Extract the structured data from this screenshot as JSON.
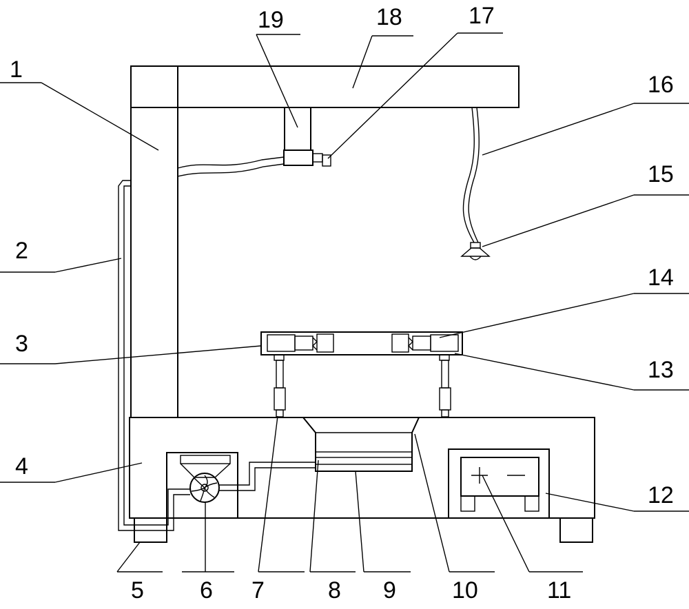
{
  "diagram": {
    "labels": [
      {
        "id": "1",
        "text": "1"
      },
      {
        "id": "2",
        "text": "2"
      },
      {
        "id": "3",
        "text": "3"
      },
      {
        "id": "4",
        "text": "4"
      },
      {
        "id": "5",
        "text": "5"
      },
      {
        "id": "6",
        "text": "6"
      },
      {
        "id": "7",
        "text": "7"
      },
      {
        "id": "8",
        "text": "8"
      },
      {
        "id": "9",
        "text": "9"
      },
      {
        "id": "10",
        "text": "10"
      },
      {
        "id": "11",
        "text": "11"
      },
      {
        "id": "12",
        "text": "12"
      },
      {
        "id": "13",
        "text": "13"
      },
      {
        "id": "14",
        "text": "14"
      },
      {
        "id": "15",
        "text": "15"
      },
      {
        "id": "16",
        "text": "16"
      },
      {
        "id": "17",
        "text": "17"
      },
      {
        "id": "18",
        "text": "18"
      },
      {
        "id": "19",
        "text": "19"
      }
    ],
    "colors": {
      "stroke": "#000000",
      "background": "#ffffff",
      "speckle": "#000000"
    }
  }
}
